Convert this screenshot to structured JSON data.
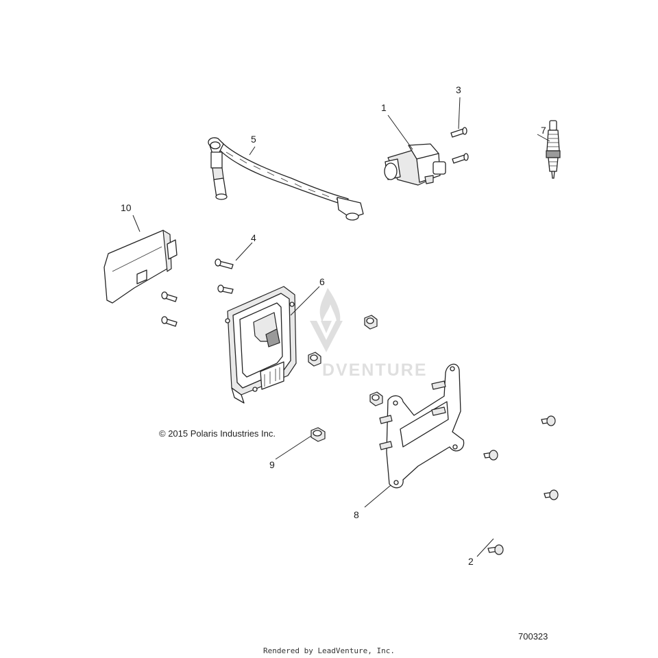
{
  "callouts": [
    {
      "id": "1",
      "label": "1",
      "part": "ignition coil"
    },
    {
      "id": "2",
      "label": "2",
      "part": "screw"
    },
    {
      "id": "3",
      "label": "3",
      "part": "screw"
    },
    {
      "id": "4",
      "label": "4",
      "part": "screw"
    },
    {
      "id": "5",
      "label": "5",
      "part": "spark plug wire"
    },
    {
      "id": "6",
      "label": "6",
      "part": "ecu module"
    },
    {
      "id": "7",
      "label": "7",
      "part": "spark plug"
    },
    {
      "id": "8",
      "label": "8",
      "part": "mounting bracket"
    },
    {
      "id": "9",
      "label": "9",
      "part": "nut"
    },
    {
      "id": "10",
      "label": "10",
      "part": "ecu cover"
    }
  ],
  "copyright": "© 2015 Polaris Industries Inc.",
  "diagram_number": "700323",
  "rendered_by": "Rendered by LeadVenture, Inc.",
  "watermark": {
    "text": "DVENTURE",
    "icon": "leadventure-logo-icon"
  },
  "colors": {
    "line": "#222222",
    "background": "#ffffff"
  }
}
